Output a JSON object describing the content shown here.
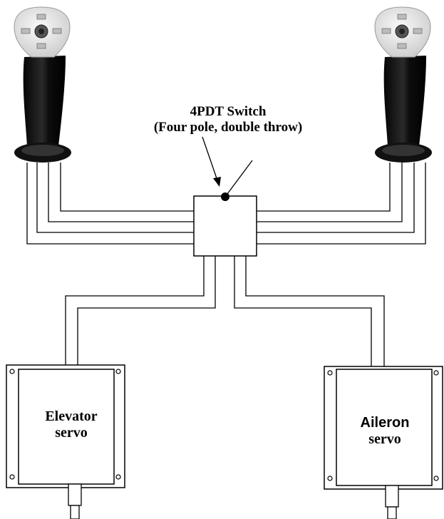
{
  "diagram": {
    "switch": {
      "title": "4PDT Switch",
      "subtitle": "(Four pole, double throw)"
    },
    "servos": {
      "elevator": {
        "line1": "Elevator",
        "line2": "servo"
      },
      "aileron": {
        "line1": "Aileron",
        "line2": "servo"
      }
    },
    "colors": {
      "line": "#000000",
      "grip": "#141414",
      "cap": "#e6e6e6",
      "background": "#ffffff"
    }
  }
}
